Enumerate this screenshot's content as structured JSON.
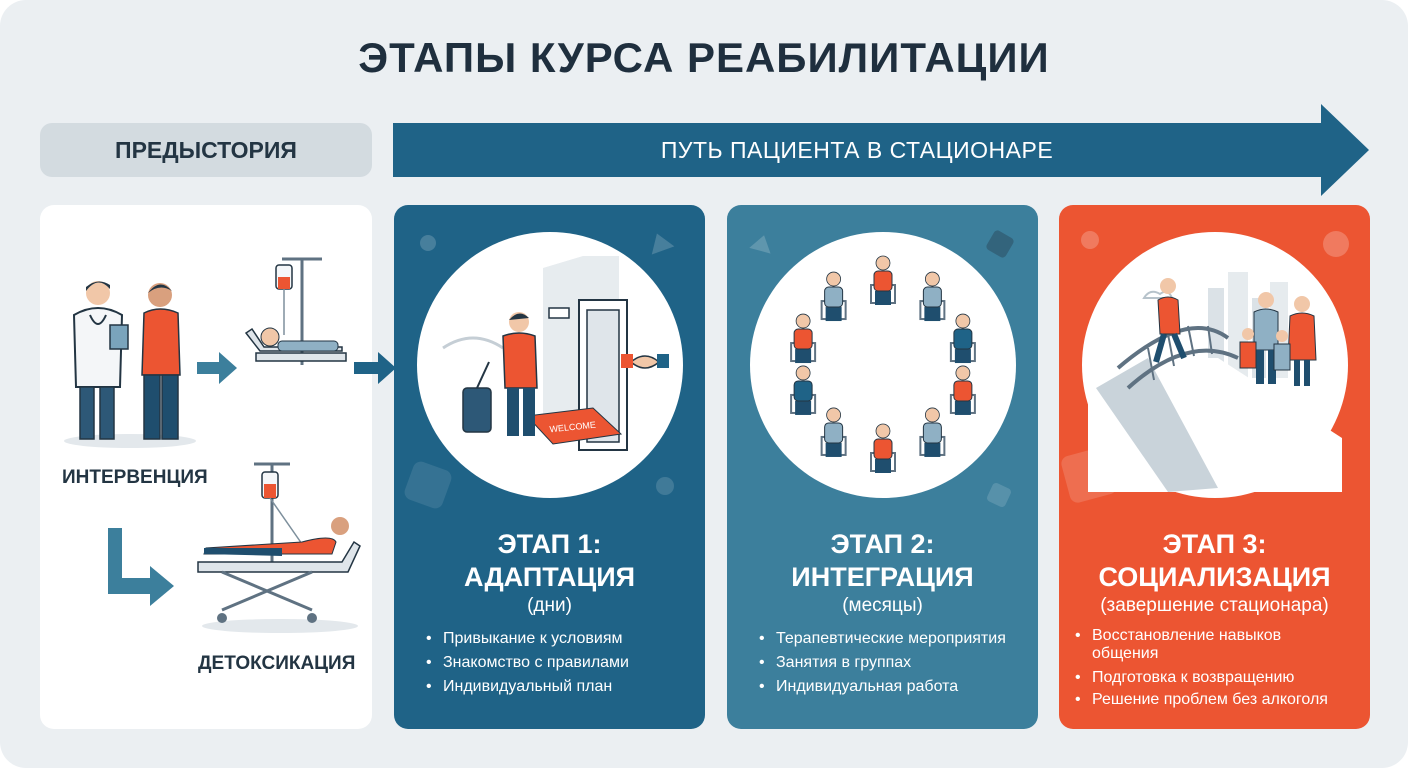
{
  "title": "ЭТАПЫ КУРСА РЕАБИЛИТАЦИИ",
  "prehistory": {
    "label": "ПРЕДЫСТОРИЯ",
    "intervention_label": "ИНТЕРВЕНЦИЯ",
    "detox_label": "ДЕТОКСИКАЦИЯ"
  },
  "patient_path": "ПУТЬ ПАЦИЕНТА В СТАЦИОНАРЕ",
  "stages": [
    {
      "title_line1": "ЭТАП 1:",
      "title_line2": "АДАПТАЦИЯ",
      "subtitle": "(дни)",
      "bullets": [
        "Привыкание к условиям",
        "Знакомство с правилами",
        "Индивидуальный план"
      ],
      "welcome_text": "WELCOME",
      "color": "#1f6387"
    },
    {
      "title_line1": "ЭТАП 2:",
      "title_line2": "ИНТЕГРАЦИЯ",
      "subtitle": "(месяцы)",
      "bullets": [
        "Терапевтические мероприятия",
        "Занятия в группах",
        "Индивидуальная работа"
      ],
      "color": "#3c7f9c"
    },
    {
      "title_line1": "ЭТАП 3:",
      "title_line2": "СОЦИАЛИЗАЦИЯ",
      "subtitle": "(завершение стационара)",
      "bullets": [
        "Восстановление навыков общения",
        "Подготовка к возвращению",
        "Решение проблем без алкоголя"
      ],
      "color": "#ec5532"
    }
  ],
  "colors": {
    "navy": "#1f6387",
    "teal": "#3c7f9c",
    "orange": "#ec5532",
    "dark": "#233543",
    "background": "#ebeff2"
  }
}
